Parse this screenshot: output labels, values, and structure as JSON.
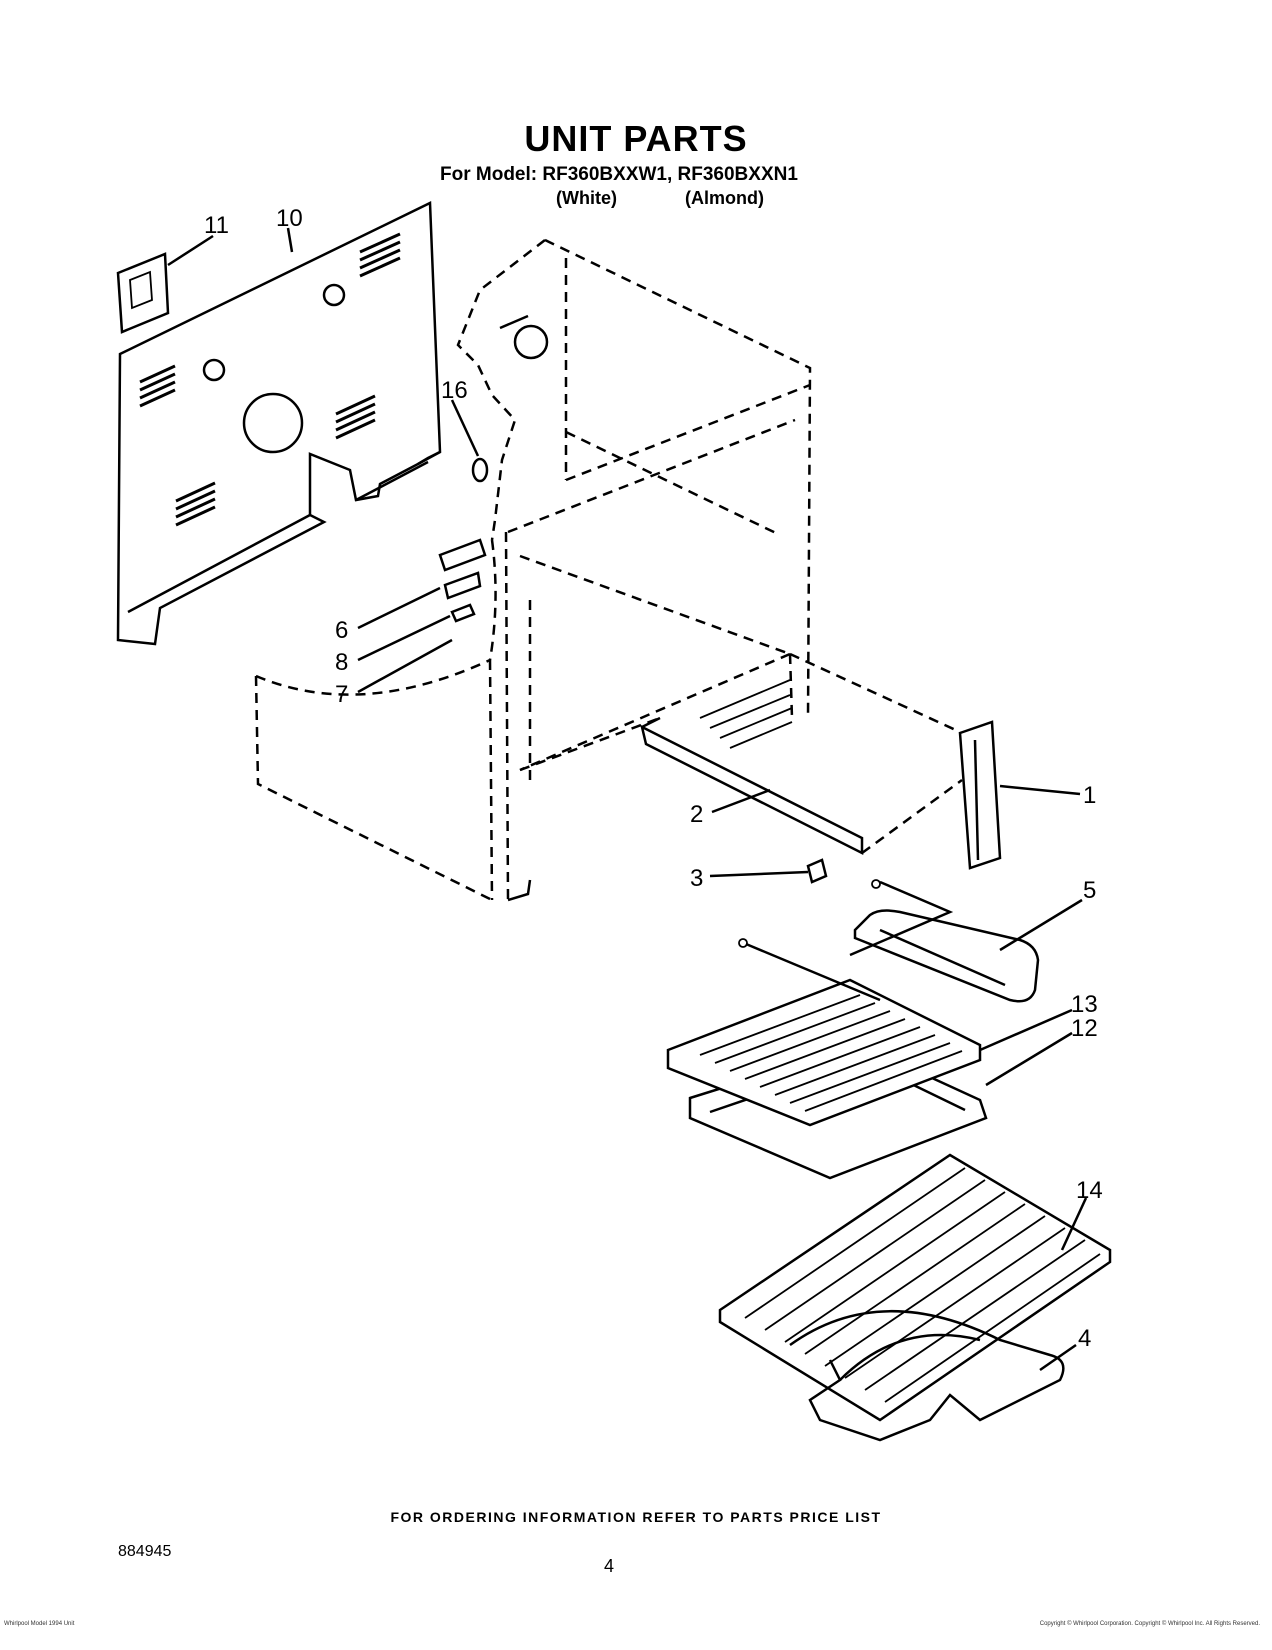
{
  "header": {
    "title": "UNIT PARTS",
    "model_line": "For Model: RF360BXXW1, RF360BXXN1",
    "color_white": "(White)",
    "color_almond": "(Almond)"
  },
  "callouts": [
    {
      "id": "11",
      "label": "11"
    },
    {
      "id": "10",
      "label": "10"
    },
    {
      "id": "16",
      "label": "16"
    },
    {
      "id": "6",
      "label": "6"
    },
    {
      "id": "8",
      "label": "8"
    },
    {
      "id": "7",
      "label": "7"
    },
    {
      "id": "1",
      "label": "1"
    },
    {
      "id": "2",
      "label": "2"
    },
    {
      "id": "3",
      "label": "3"
    },
    {
      "id": "5",
      "label": "5"
    },
    {
      "id": "13",
      "label": "13"
    },
    {
      "id": "12",
      "label": "12"
    },
    {
      "id": "14",
      "label": "14"
    },
    {
      "id": "4",
      "label": "4"
    }
  ],
  "footer": {
    "ordering_note": "FOR ORDERING INFORMATION REFER TO PARTS PRICE LIST",
    "doc_number": "884945",
    "page_number": "4",
    "left_small_print": "Whirlpool Model 1994 Unit",
    "right_small_print": "Copyright © Whirlpool Corporation. Copyright © Whirlpool Inc. All Rights Reserved."
  }
}
